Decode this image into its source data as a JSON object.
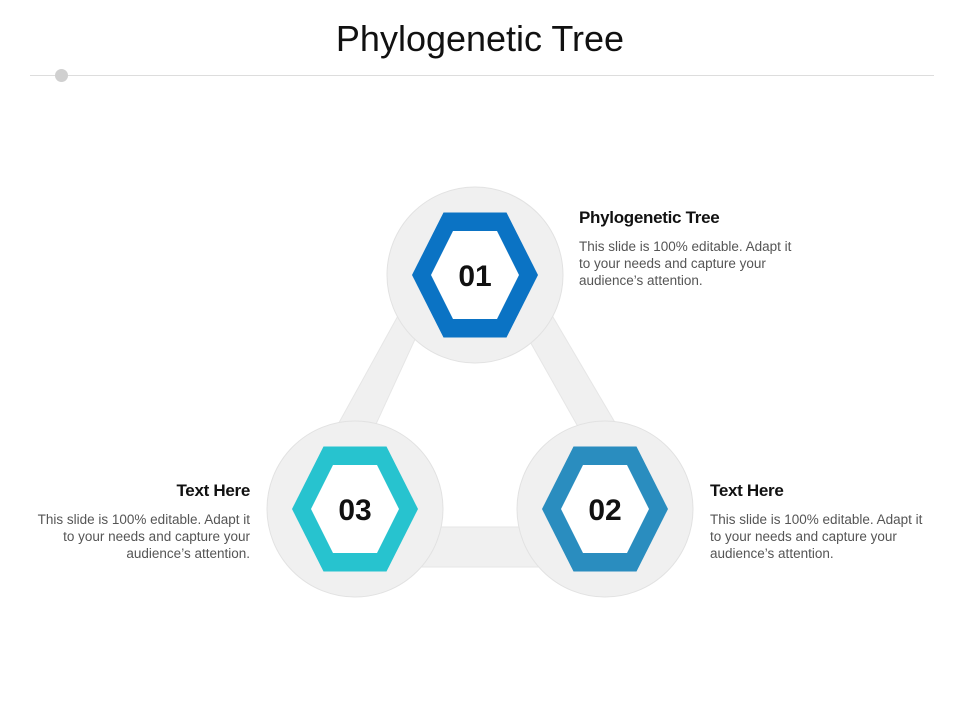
{
  "title": "Phylogenetic Tree",
  "colors": {
    "hex_01": "#0B73C4",
    "hex_02": "#2A8DBF",
    "hex_03": "#27C3CF",
    "circle_bg": "#F0F0F0",
    "connector": "#F0F0F0"
  },
  "nodes": [
    {
      "number": "01",
      "heading": "Phylogenetic Tree",
      "body": "This slide is 100% editable. Adapt it to your needs and capture your audience’s attention."
    },
    {
      "number": "02",
      "heading": "Text Here",
      "body": "This slide is 100% editable. Adapt it to your needs and capture your audience’s attention."
    },
    {
      "number": "03",
      "heading": "Text Here",
      "body": "This slide is 100% editable. Adapt it to your needs and capture your audience’s attention."
    }
  ]
}
